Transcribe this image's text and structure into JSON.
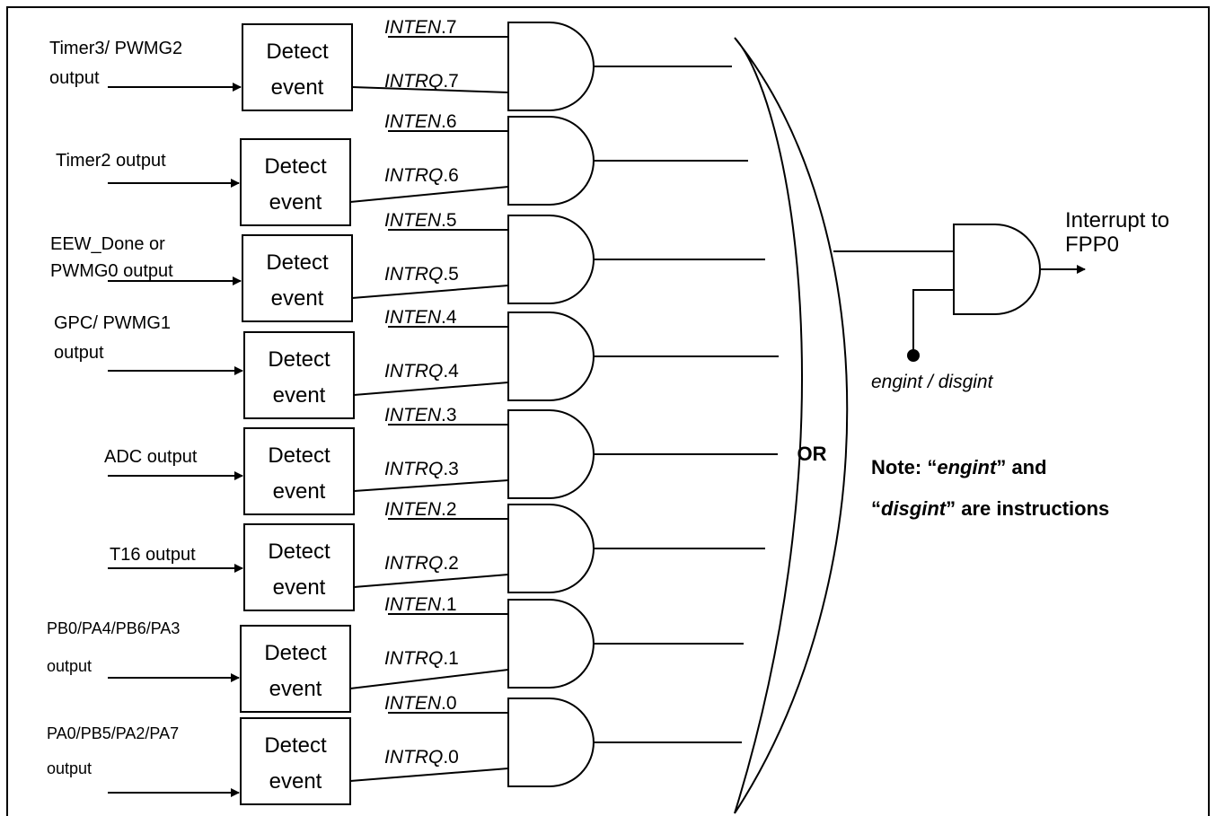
{
  "channels": [
    {
      "source_lines": [
        "Timer3/ PWMG2",
        "output"
      ],
      "detect": [
        "Detect",
        "event"
      ],
      "en_reg": "INTEN",
      "en_bit": ".7",
      "rq_reg": "INTRQ",
      "rq_bit": ".7"
    },
    {
      "source_lines": [
        "Timer2 output"
      ],
      "detect": [
        "Detect",
        "event"
      ],
      "en_reg": "INTEN",
      "en_bit": ".6",
      "rq_reg": "INTRQ",
      "rq_bit": ".6"
    },
    {
      "source_lines": [
        "EEW_Done or",
        "PWMG0 output"
      ],
      "detect": [
        "Detect",
        "event"
      ],
      "en_reg": "INTEN",
      "en_bit": ".5",
      "rq_reg": "INTRQ",
      "rq_bit": ".5"
    },
    {
      "source_lines": [
        "GPC/ PWMG1",
        "output"
      ],
      "detect": [
        "Detect",
        "event"
      ],
      "en_reg": "INTEN",
      "en_bit": ".4",
      "rq_reg": "INTRQ",
      "rq_bit": ".4"
    },
    {
      "source_lines": [
        "ADC output"
      ],
      "detect": [
        "Detect",
        "event"
      ],
      "en_reg": "INTEN",
      "en_bit": ".3",
      "rq_reg": "INTRQ",
      "rq_bit": ".3"
    },
    {
      "source_lines": [
        "T16 output"
      ],
      "detect": [
        "Detect",
        "event"
      ],
      "en_reg": "INTEN",
      "en_bit": ".2",
      "rq_reg": "INTRQ",
      "rq_bit": ".2"
    },
    {
      "source_lines": [
        "PB0/PA4/PB6/PA3",
        "output"
      ],
      "detect": [
        "Detect",
        "event"
      ],
      "en_reg": "INTEN",
      "en_bit": ".1",
      "rq_reg": "INTRQ",
      "rq_bit": ".1"
    },
    {
      "source_lines": [
        "PA0/PB5/PA2/PA7",
        "output"
      ],
      "detect": [
        "Detect",
        "event"
      ],
      "en_reg": "INTEN",
      "en_bit": ".0",
      "rq_reg": "INTRQ",
      "rq_bit": ".0"
    }
  ],
  "or_label": "OR",
  "output_label": [
    "Interrupt to",
    "FPP0"
  ],
  "enable_control": "engint / disgint",
  "note": {
    "prefix_1": "Note: “",
    "term_1": "engint",
    "suffix_1": "” and",
    "prefix_2": "“",
    "term_2": "disgint",
    "suffix_2": "” are instructions"
  }
}
